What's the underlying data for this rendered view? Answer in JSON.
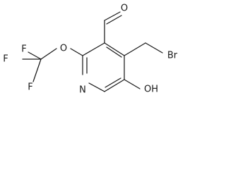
{
  "molecule": {
    "atoms": {
      "aldehyde_oxygen": "O",
      "ether_oxygen": "O",
      "ring_nitrogen": "N",
      "bromine": "Br",
      "hydroxyl": "OH",
      "fluorine_top": "F",
      "fluorine_left": "F",
      "fluorine_bottom": "F"
    }
  }
}
